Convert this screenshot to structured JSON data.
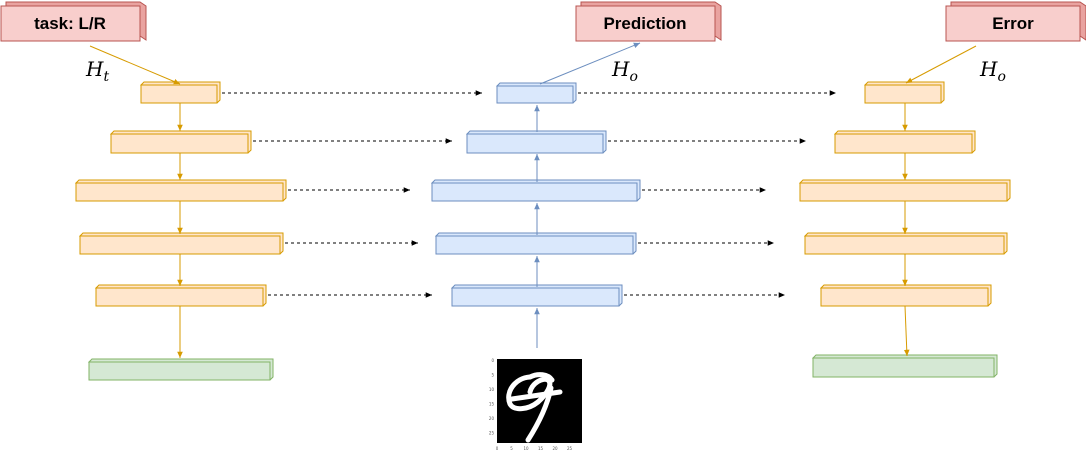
{
  "boxes": {
    "task": "task: L/R",
    "prediction": "Prediction",
    "error": "Error"
  },
  "labels": {
    "h_t_base": "H",
    "h_t_sub": "t",
    "h_o_pred_base": "H",
    "h_o_pred_sub": "o",
    "h_o_err_base": "H",
    "h_o_err_sub": "o"
  },
  "image": {
    "description_icon": "mnist-digit-image",
    "x_ticks": [
      "0",
      "5",
      "10",
      "15",
      "20",
      "25"
    ],
    "y_ticks": [
      "0",
      "5",
      "10",
      "15",
      "20",
      "25"
    ]
  },
  "colors": {
    "red_fill": "#f8cecc",
    "red_stroke": "#b85450",
    "orange_fill": "#ffe6cc",
    "orange_stroke": "#d79b00",
    "blue_fill": "#dae8fc",
    "blue_stroke": "#6c8ebf",
    "green_fill": "#d5e8d4",
    "green_stroke": "#82b366"
  }
}
